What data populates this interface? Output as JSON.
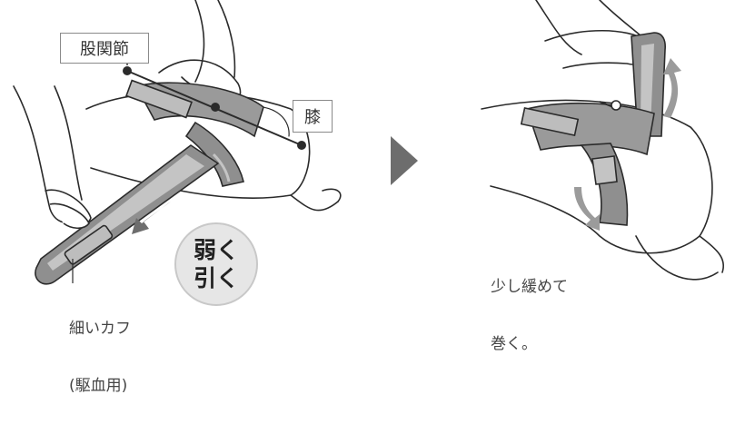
{
  "labels": {
    "hip_joint": "股関節",
    "knee": "膝",
    "cuff_line1": "細いカフ",
    "cuff_line2": "(駆血用)",
    "action_line1": "弱く",
    "action_line2": "引く",
    "loosen_line1": "少し緩めて",
    "loosen_line2": "巻く。"
  },
  "colors": {
    "line": "#2b2b2b",
    "cuff_fill": "#8f8f8f",
    "cuff_inner": "#c4c4c4",
    "arrow_gray": "#6d6d6d",
    "bubble_fill": "#e6e6e6"
  },
  "icons": {
    "step_arrow": "triangle-right-icon",
    "pull_arrow": "arrow-down-left-icon",
    "up_down_arrow": "curved-double-arrow-icon"
  }
}
